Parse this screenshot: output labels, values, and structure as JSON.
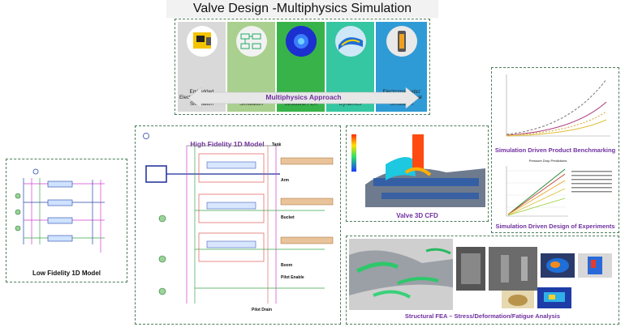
{
  "title": "Valve Design -Multiphysics Simulation Approach",
  "strip": {
    "items": [
      {
        "label": "Embedded Electronics/Controls Simulation",
        "color": "#d9d9d9"
      },
      {
        "label": "1D System Simulation",
        "color": "#a9d08e"
      },
      {
        "label": "Structural FEA",
        "color": "#37b34a"
      },
      {
        "label": "Computational Fluid Dynamics",
        "color": "#35c6a2"
      },
      {
        "label": "Electromagnetic/ Electromechanical Simulation",
        "color": "#2f9bd6"
      }
    ],
    "arrow_label": "Multiphysics Approach"
  },
  "low_fidelity": {
    "caption": "Low Fidelity 1D Model"
  },
  "high_fidelity": {
    "title": "High Fidelity 1D Model",
    "labels": [
      "Tank",
      "Arm",
      "Bucket",
      "Boom",
      "Pilot Enable",
      "Pilot Drain"
    ]
  },
  "cfd": {
    "caption": "Valve 3D CFD"
  },
  "benchmarking": {
    "caption": "Simulation Driven Product Benchmarking"
  },
  "doe": {
    "caption": "Simulation Driven Design of Experiments",
    "chart_title": "Pressure Drop Predictions"
  },
  "fea": {
    "caption": "Structural FEA – Stress/Deformation/Fatigue Analysis"
  }
}
